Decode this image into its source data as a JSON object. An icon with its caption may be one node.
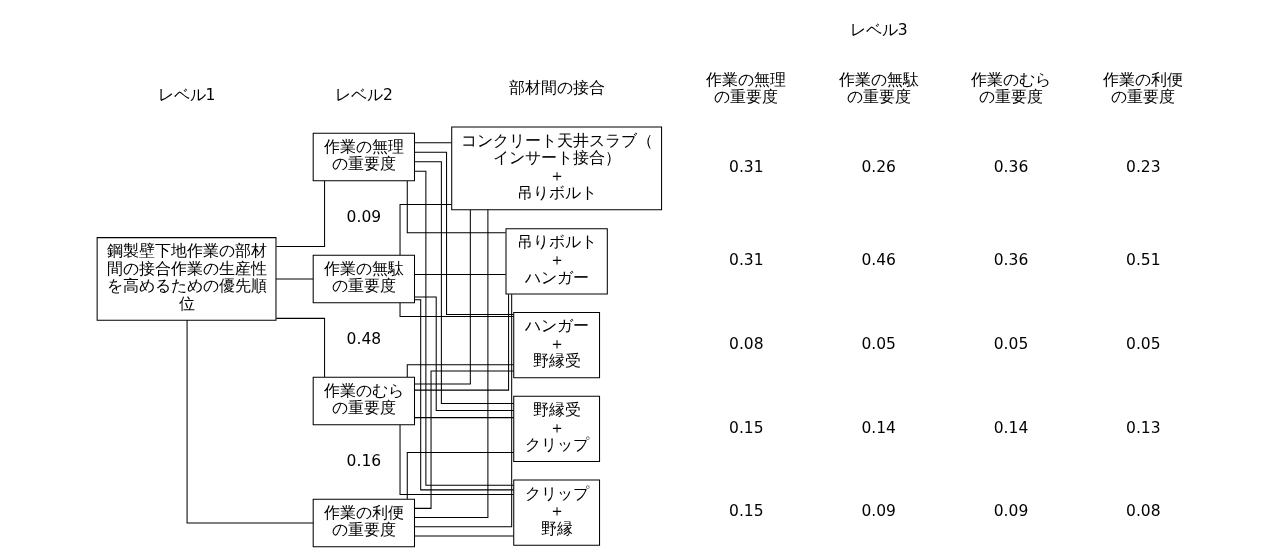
{
  "diagram": {
    "nodes": [
      {
        "text": [
          "鋼製壁下地作業の部材間の接合作業の生産性を高めるための優先順位"
        ]
      },
      {
        "text": [
          "作業の無理の重要度"
        ]
      },
      {
        "text": [
          "作業の無駄の重要度"
        ]
      },
      {
        "text": [
          "作業のむらの重要度"
        ]
      },
      {
        "text": [
          "作業の利便の重要度"
        ]
      },
      {
        "text": [
          "コンクリート天井スラブ（インサート接合）＋吊りボルト"
        ]
      },
      {
        "text": [
          "吊りボルト＋ハンガー"
        ]
      },
      {
        "text": [
          "ハンガー＋野縁受"
        ]
      },
      {
        "text": [
          "野縁受＋クリップ"
        ]
      },
      {
        "text": [
          "クリップ＋野縁"
        ]
      }
    ],
    "edges": [
      {
        "from": 0,
        "to": 1,
        "arrow": "none"
      },
      {
        "from": 0,
        "to": 2,
        "arrow": "none"
      },
      {
        "from": 0,
        "to": 3,
        "arrow": "none"
      },
      {
        "from": 0,
        "to": 4,
        "arrow": "none"
      },
      {
        "from": 1,
        "to": 5,
        "arrow": "none"
      },
      {
        "from": 1,
        "to": 6,
        "arrow": "none"
      },
      {
        "from": 1,
        "to": 7,
        "arrow": "none"
      },
      {
        "from": 1,
        "to": 8,
        "arrow": "none"
      },
      {
        "from": 1,
        "to": 9,
        "arrow": "none"
      },
      {
        "from": 2,
        "to": 5,
        "arrow": "none"
      },
      {
        "from": 2,
        "to": 6,
        "arrow": "none"
      },
      {
        "from": 2,
        "to": 7,
        "arrow": "none"
      },
      {
        "from": 2,
        "to": 8,
        "arrow": "none"
      },
      {
        "from": 2,
        "to": 9,
        "arrow": "none"
      },
      {
        "from": 3,
        "to": 5,
        "arrow": "none"
      },
      {
        "from": 3,
        "to": 6,
        "arrow": "none"
      },
      {
        "from": 3,
        "to": 7,
        "arrow": "none"
      },
      {
        "from": 3,
        "to": 8,
        "arrow": "none"
      },
      {
        "from": 3,
        "to": 9,
        "arrow": "none"
      },
      {
        "from": 4,
        "to": 5,
        "arrow": "none"
      },
      {
        "from": 4,
        "to": 6,
        "arrow": "none"
      },
      {
        "from": 4,
        "to": 7,
        "arrow": "none"
      },
      {
        "from": 4,
        "to": 8,
        "arrow": "none"
      },
      {
        "from": 4,
        "to": 9,
        "arrow": "none"
      }
    ],
    "labels": [
      "レベル1",
      "レベル2",
      "レベル3",
      "部材間の接合",
      "作業の無理の重要度",
      "作業の無駄の重要度",
      "作業のむらの重要度",
      "作業の利便の重要度",
      "0.31",
      "0.26",
      "0.36",
      "0.23",
      "0.09",
      "0.31",
      "0.46",
      "0.36",
      "0.51",
      "0.48",
      "0.08",
      "0.05",
      "0.05",
      "0.05",
      "0.16",
      "0.15",
      "0.14",
      "0.14",
      "0.13",
      "0.15",
      "0.09",
      "0.09",
      "0.08"
    ]
  }
}
